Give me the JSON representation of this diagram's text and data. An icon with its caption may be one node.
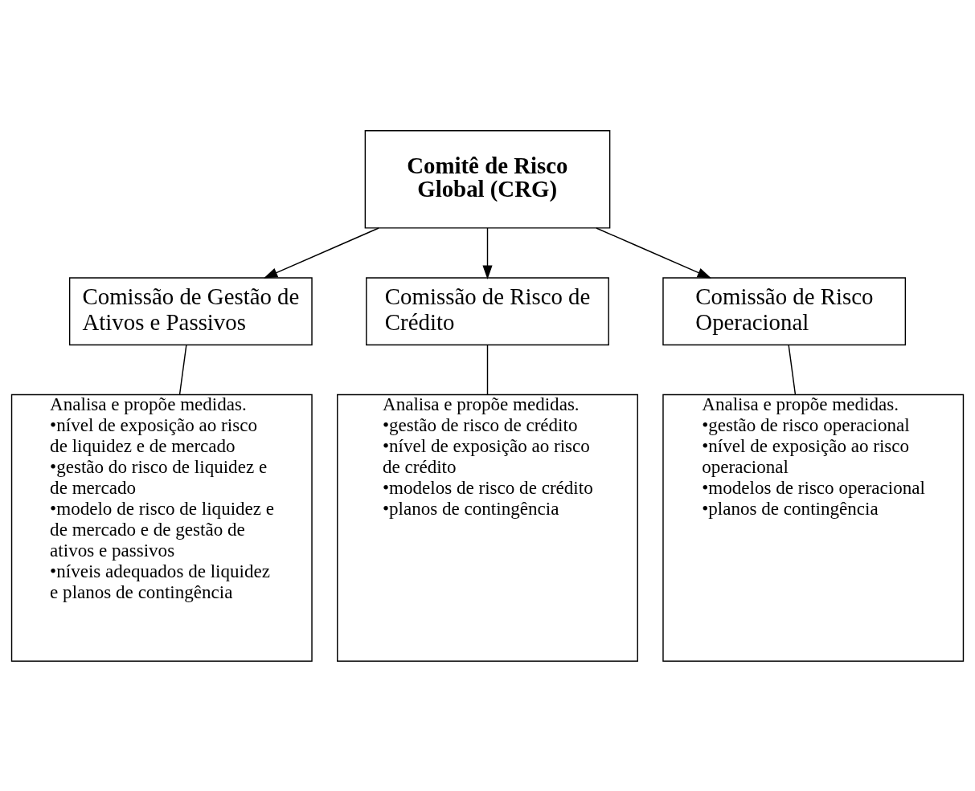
{
  "diagram": {
    "nodes": [
      {
        "text": [
          "Comitê de Risco Global (CRG)"
        ]
      },
      {
        "text": [
          "Comissão de Gestão de Ativos e Passivos"
        ]
      },
      {
        "text": [
          "Comissão de Risco de Crédito"
        ]
      },
      {
        "text": [
          "Comissão de Risco Operacional"
        ]
      },
      {
        "text": [
          "Analisa e propõe medidas.",
          "•nível de exposição ao risco de liquidez e de mercado",
          "•gestão do risco de liquidez e de mercado",
          "•modelo de risco de liquidez e de mercado e de gestão de ativos e passivos",
          "•níveis adequados de liquidez e planos de contingência"
        ]
      },
      {
        "text": [
          "Analisa e propõe medidas.",
          "•gestão de risco de crédito",
          "•nível de exposição ao risco de crédito",
          "•modelos de risco de crédito",
          "•planos de contingência"
        ]
      },
      {
        "text": [
          "Analisa e propõe medidas.",
          "•gestão de risco operacional",
          "•nível de exposição ao risco operacional",
          "•modelos de risco operacional",
          "•planos de contingência"
        ]
      }
    ],
    "edges": [
      {
        "from": 0,
        "to": 1,
        "arrow": "to"
      },
      {
        "from": 0,
        "to": 2,
        "arrow": "to"
      },
      {
        "from": 0,
        "to": 3,
        "arrow": "to"
      },
      {
        "from": 1,
        "to": 4,
        "arrow": "none"
      },
      {
        "from": 2,
        "to": 5,
        "arrow": "none"
      },
      {
        "from": 3,
        "to": 6,
        "arrow": "none"
      }
    ]
  }
}
